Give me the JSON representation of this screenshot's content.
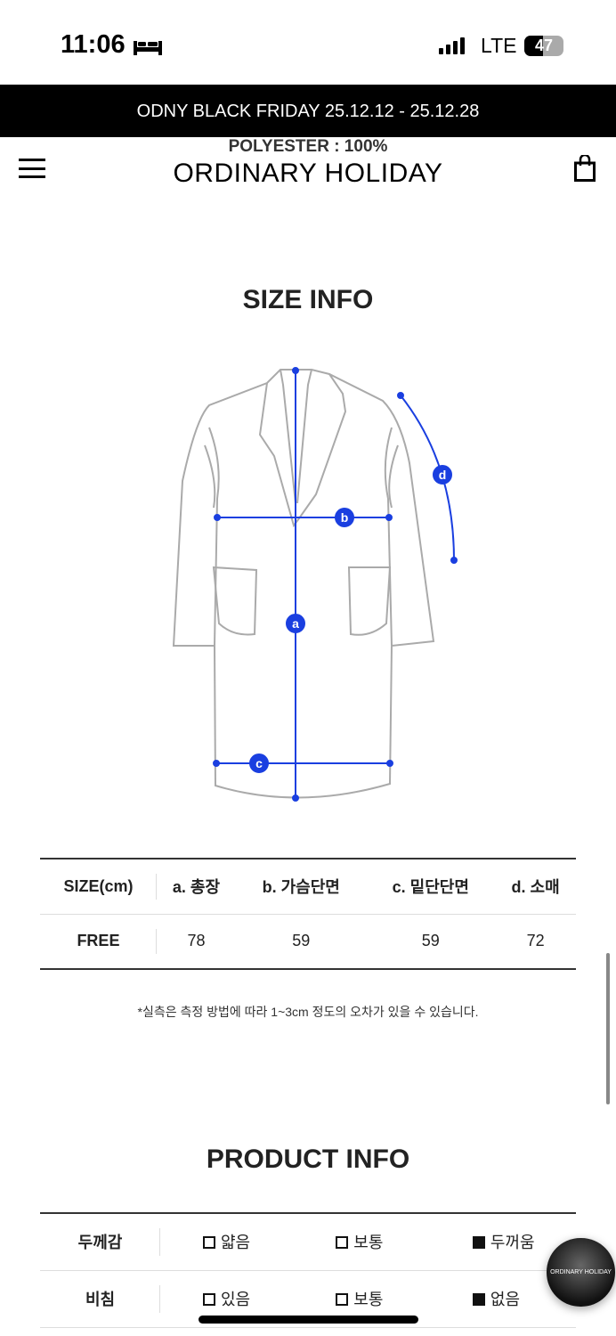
{
  "status_bar": {
    "time": "11:06",
    "network": "LTE",
    "battery": "47",
    "battery_level": 47,
    "focus_icon": "bed-icon"
  },
  "banner": {
    "text": "ODNY BLACK FRIDAY 25.12.12 - 25.12.28"
  },
  "header": {
    "overlay_text": "POLYESTER : 100%",
    "logo": "ORDINARY HOLIDAY",
    "menu_icon": "hamburger-icon",
    "cart_icon": "shopping-bag-icon"
  },
  "size_info": {
    "title": "SIZE INFO",
    "markers": [
      "a",
      "b",
      "c",
      "d"
    ],
    "accent_color": "#1a3fe0",
    "headers": [
      "SIZE(cm)",
      "a. 총장",
      "b. 가슴단면",
      "c. 밑단단면",
      "d. 소매"
    ],
    "rows": [
      [
        "FREE",
        "78",
        "59",
        "59",
        "72"
      ]
    ],
    "note": "*실측은 측정 방법에 따라 1~3cm 정도의 오차가 있을 수 있습니다."
  },
  "product_info": {
    "title": "PRODUCT INFO",
    "rows": [
      {
        "label": "두께감",
        "options": [
          {
            "text": "얇음",
            "checked": false
          },
          {
            "text": "보통",
            "checked": false
          },
          {
            "text": "두꺼움",
            "checked": true
          }
        ]
      },
      {
        "label": "비침",
        "options": [
          {
            "text": "있음",
            "checked": false
          },
          {
            "text": "보통",
            "checked": false
          },
          {
            "text": "없음",
            "checked": true
          }
        ]
      }
    ]
  },
  "floating_video": {
    "text": "ORDINARY HOLIDAY"
  }
}
